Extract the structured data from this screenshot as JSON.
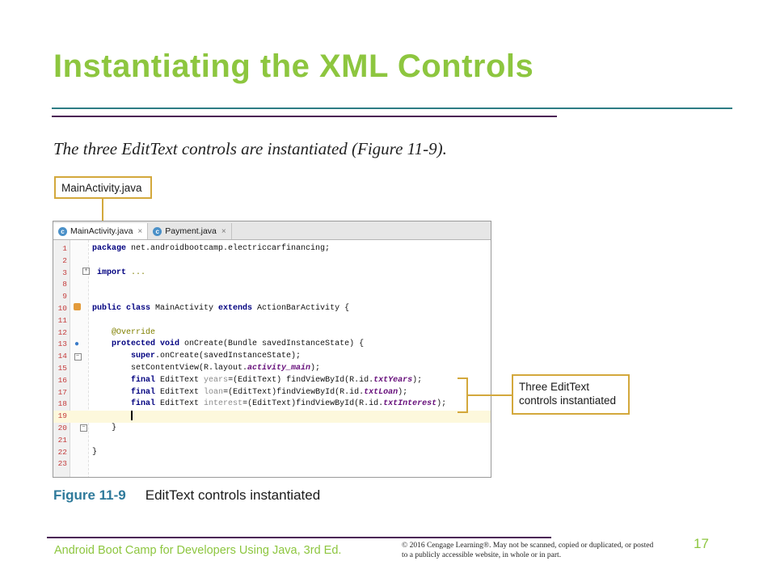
{
  "slide": {
    "title": "Instantiating the XML Controls",
    "intro": "The three EditText controls are instantiated (Figure 11-9).",
    "callout_main": "MainActivity.java",
    "callout_three": "Three EditText controls instantiated",
    "caption_num": "Figure 11-9",
    "caption_text": "EditText controls instantiated",
    "footer_left": "Android Boot Camp for Developers Using Java, 3rd Ed.",
    "footer_copy": "© 2016 Cengage Learning®. May not be scanned, copied or duplicated, or posted to a publicly accessible website, in whole or in part.",
    "page_number": "17"
  },
  "editor": {
    "tabs": [
      {
        "label": "MainActivity.java",
        "active": true,
        "icon": "class-file-icon",
        "close": "×"
      },
      {
        "label": "Payment.java",
        "active": false,
        "icon": "class-file-icon",
        "close": "×"
      }
    ],
    "lines": [
      {
        "n": "1",
        "marker": "",
        "html": "<span class='kw'>package</span> net.androidbootcamp.electriccarfinancing;"
      },
      {
        "n": "2",
        "marker": "",
        "html": ""
      },
      {
        "n": "3",
        "marker": "",
        "html": "<span style='position:relative;left:-12px'><span class='fold-box'>+</span></span><span class='kw' style='margin-left:-3px'>import</span> <span class='ann'>...</span>"
      },
      {
        "n": "8",
        "marker": "",
        "html": ""
      },
      {
        "n": "9",
        "marker": "",
        "html": ""
      },
      {
        "n": "10",
        "marker": "run",
        "html": "<span class='kw'>public class</span> MainActivity <span class='kw'>extends</span> ActionBarActivity {"
      },
      {
        "n": "11",
        "marker": "",
        "html": ""
      },
      {
        "n": "12",
        "marker": "",
        "html": "    <span class='ann'>@Override</span>"
      },
      {
        "n": "13",
        "marker": "override",
        "html": "    <span class='kw'>protected void</span> onCreate(Bundle savedInstanceState) {"
      },
      {
        "n": "14",
        "marker": "",
        "html": "        <span class='kw'>super</span>.onCreate(savedInstanceState);"
      },
      {
        "n": "15",
        "marker": "",
        "html": "        setContentView(R.layout.<span class='fld'>activity_main</span>);"
      },
      {
        "n": "16",
        "marker": "",
        "html": "        <span class='kw'>final</span> EditText <span class='unused'>years</span>=(EditText) findViewById(R.id.<span class='fld'>txtYears</span>);"
      },
      {
        "n": "17",
        "marker": "",
        "html": "        <span class='kw'>final</span> EditText <span class='unused'>loan</span>=(EditText)findViewById(R.id.<span class='fld'>txtLoan</span>);"
      },
      {
        "n": "18",
        "marker": "",
        "html": "        <span class='kw'>final</span> EditText <span class='unused'>interest</span>=(EditText)findViewById(R.id.<span class='fld'>txtInterest</span>);"
      },
      {
        "n": "19",
        "marker": "",
        "html": "        <span class='cursor'></span>",
        "current": true
      },
      {
        "n": "20",
        "marker": "fold",
        "html": "    }"
      },
      {
        "n": "21",
        "marker": "",
        "html": ""
      },
      {
        "n": "22",
        "marker": "",
        "html": "}"
      },
      {
        "n": "23",
        "marker": "",
        "html": ""
      }
    ]
  },
  "colors": {
    "title_green": "#8dc63f",
    "callout_gold": "#d3a83c",
    "rule_teal": "#2e7d85",
    "rule_purple": "#4b1e55",
    "caption_blue": "#2f7a9b"
  }
}
